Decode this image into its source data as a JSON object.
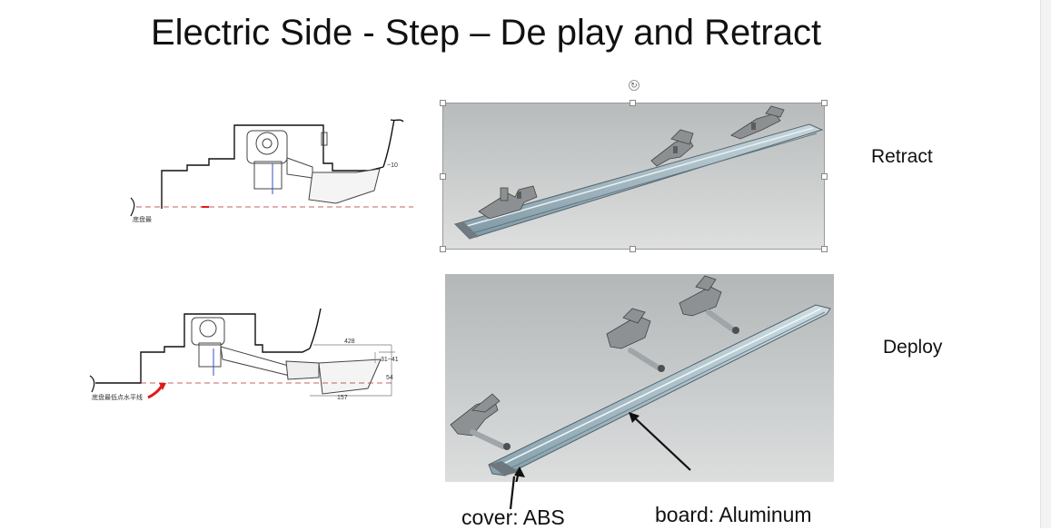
{
  "slide": {
    "title": "Electric Side - Step – De play and Retract",
    "retract_label": "Retract",
    "deploy_label": "Deploy",
    "cover_label": "cover: ABS",
    "board_label": "board: Aluminum"
  },
  "retract_drawing": {
    "dim_label": "~10",
    "ground_label": "底盘最"
  },
  "deploy_drawing": {
    "dim_top": "428",
    "dim_right_1": "31~41",
    "dim_right_2": "54",
    "dim_bottom": "157",
    "ground_label": "底盘最低点水平线"
  },
  "colors": {
    "render_bg_top": "#b9bdbd",
    "render_bg_bottom": "#dcdede",
    "board_blue": "#9fb8c4",
    "bracket_gray": "#8c8f91",
    "red_arrow": "#e0191a"
  }
}
